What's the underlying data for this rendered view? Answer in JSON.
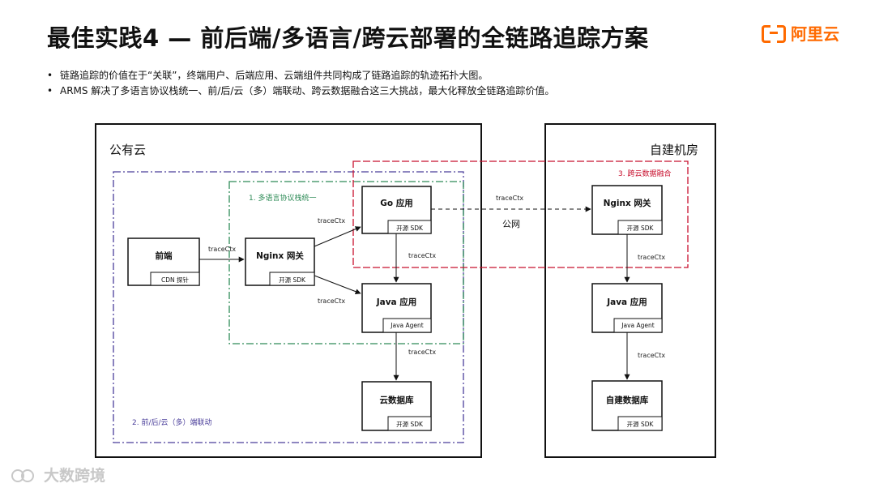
{
  "title": "最佳实践4 — 前后端/多语言/跨云部署的全链路追踪方案",
  "brand": {
    "name": "阿里云",
    "color": "#ff6a00"
  },
  "bullets": [
    "链路追踪的价值在于“关联”，终端用户、后端应用、云端组件共同构成了链路追踪的轨迹拓扑大图。",
    "ARMS 解决了多语言协议栈统一、前/后/云（多）端联动、跨云数据融合这三大挑战，最大化释放全链路追踪价值。"
  ],
  "regions": {
    "public_cloud": "公有云",
    "private_dc": "自建机房"
  },
  "groups": {
    "multi_lang": "1. 多语言协议栈统一",
    "multi_end": "2. 前/后/云（多）端联动",
    "cross_cloud": "3. 跨云数据融合"
  },
  "group_colors": {
    "multi_lang": "#2e8b57",
    "multi_end": "#4b3f9b",
    "cross_cloud": "#c8102e"
  },
  "nodes": {
    "frontend": {
      "name": "前端",
      "sub": "CDN 探针"
    },
    "nginx": {
      "name": "Nginx 网关",
      "sub": "开源 SDK"
    },
    "go_app": {
      "name": "Go 应用",
      "sub": "开源 SDK"
    },
    "java_app": {
      "name": "Java 应用",
      "sub": "Java Agent"
    },
    "cloud_db": {
      "name": "云数据库",
      "sub": "开源 SDK"
    },
    "dc_nginx": {
      "name": "Nginx 网关",
      "sub": "开源 SDK"
    },
    "dc_java": {
      "name": "Java 应用",
      "sub": "Java Agent"
    },
    "dc_db": {
      "name": "自建数据库",
      "sub": "开源 SDK"
    }
  },
  "edges": {
    "frontend_nginx": "traceCtx",
    "nginx_go": "traceCtx",
    "nginx_java": "traceCtx",
    "go_java": "traceCtx",
    "java_db": "traceCtx",
    "go_dcnginx": "traceCtx",
    "public_net": "公网",
    "dcnginx_dcjava": "traceCtx",
    "dcjava_dcdb": "traceCtx"
  },
  "watermark": "大数跨境"
}
